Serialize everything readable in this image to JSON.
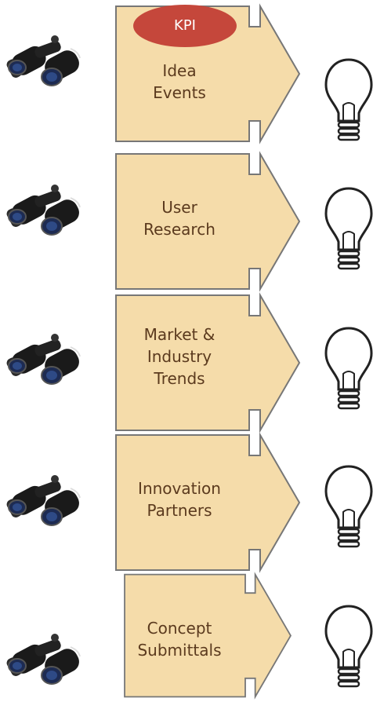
{
  "kpi_badge": "KPI",
  "rows": [
    {
      "lines": [
        "Idea",
        "Events"
      ]
    },
    {
      "lines": [
        "User",
        "Research"
      ]
    },
    {
      "lines": [
        "Market &",
        "Industry",
        "Trends"
      ]
    },
    {
      "lines": [
        "Innovation",
        "Partners"
      ]
    },
    {
      "lines": [
        "Concept",
        "Submittals"
      ]
    }
  ],
  "colors": {
    "arrow_fill": "#f5dcaa",
    "arrow_stroke": "#777777",
    "text": "#5b3a1e",
    "kpi_fill": "#c5473b"
  },
  "icons": [
    "binoculars-icon",
    "lightbulb-icon"
  ]
}
